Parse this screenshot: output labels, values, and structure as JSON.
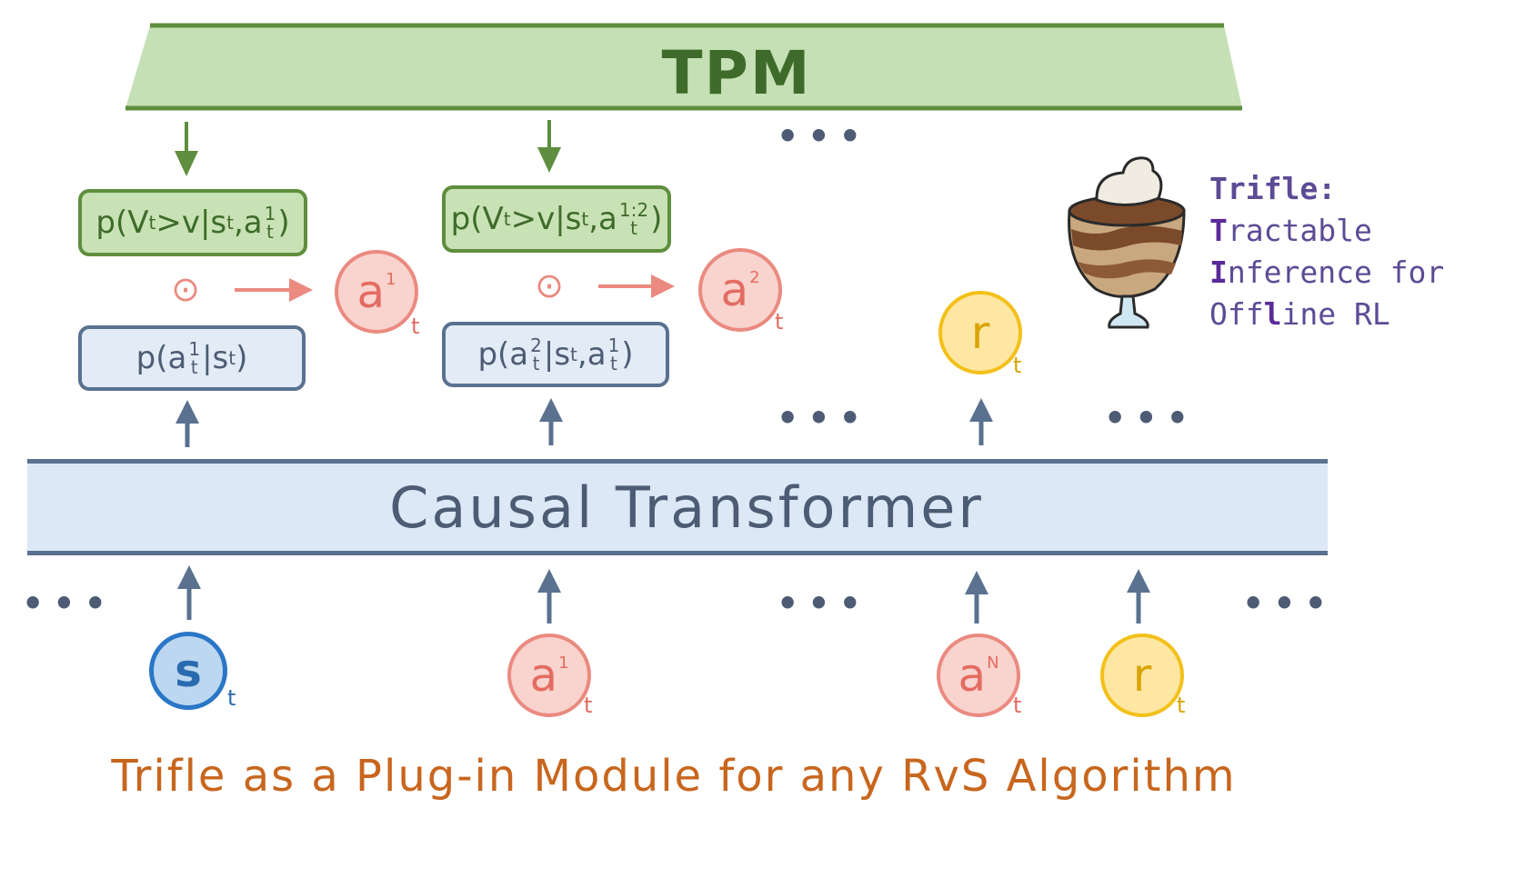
{
  "tpm": {
    "label": "TPM"
  },
  "green_boxes": [
    {
      "prefix": "p(V",
      "t_sub": "t",
      "mid": ">v|s",
      "t_sub2": "t",
      "comma": ",a",
      "sup": "1",
      "sub": "t",
      "close": ")"
    },
    {
      "prefix": "p(V",
      "t_sub": "t",
      "mid": ">v|s",
      "t_sub2": "t",
      "comma": ",a",
      "sup": "1:2",
      "sub": "t",
      "close": ")"
    }
  ],
  "blue_boxes": [
    {
      "open": "p(a",
      "sup": "1",
      "sub": "t",
      "mid": "|s",
      "t_sub": "t",
      "close": ")"
    },
    {
      "open": "p(a",
      "sup": "2",
      "sub": "t",
      "mid": "|s",
      "t_sub": "t",
      "comma": ",a",
      "sup2": "1",
      "sub2": "t",
      "close": ")"
    }
  ],
  "odot_symbol": "⊙",
  "output_tokens": [
    {
      "letter": "a",
      "sup": "1",
      "sub": "t"
    },
    {
      "letter": "a",
      "sup": "2",
      "sub": "t"
    },
    {
      "letter": "r",
      "sup": "",
      "sub": "t"
    }
  ],
  "input_tokens": [
    {
      "letter": "s",
      "sup": "",
      "sub": "t"
    },
    {
      "letter": "a",
      "sup": "1",
      "sub": "t"
    },
    {
      "letter": "a",
      "sup": "N",
      "sub": "t"
    },
    {
      "letter": "r",
      "sup": "",
      "sub": "t"
    }
  ],
  "transformer": {
    "label": "Causal Transformer"
  },
  "ellipsis": "•••",
  "trifle": {
    "line1": "Trifle:",
    "line2_hl": "T",
    "line2_rest": "ractable",
    "line3_hl": "I",
    "line3_rest": "nference for",
    "line4_pre": "Off",
    "line4_hl": "l",
    "line4_rest": "ine RL"
  },
  "caption": "Trifle as a Plug-in Module for any RvS Algorithm",
  "colors": {
    "tpm_fill": "#c5e0b4",
    "tpm_line": "#5e8e3e",
    "green_arrow": "#5e8e3e",
    "blue_arrow": "#5a7190",
    "red_arrow": "#ea8a80",
    "caption": "#c8661e",
    "trifle_text": "#5c4b95"
  }
}
